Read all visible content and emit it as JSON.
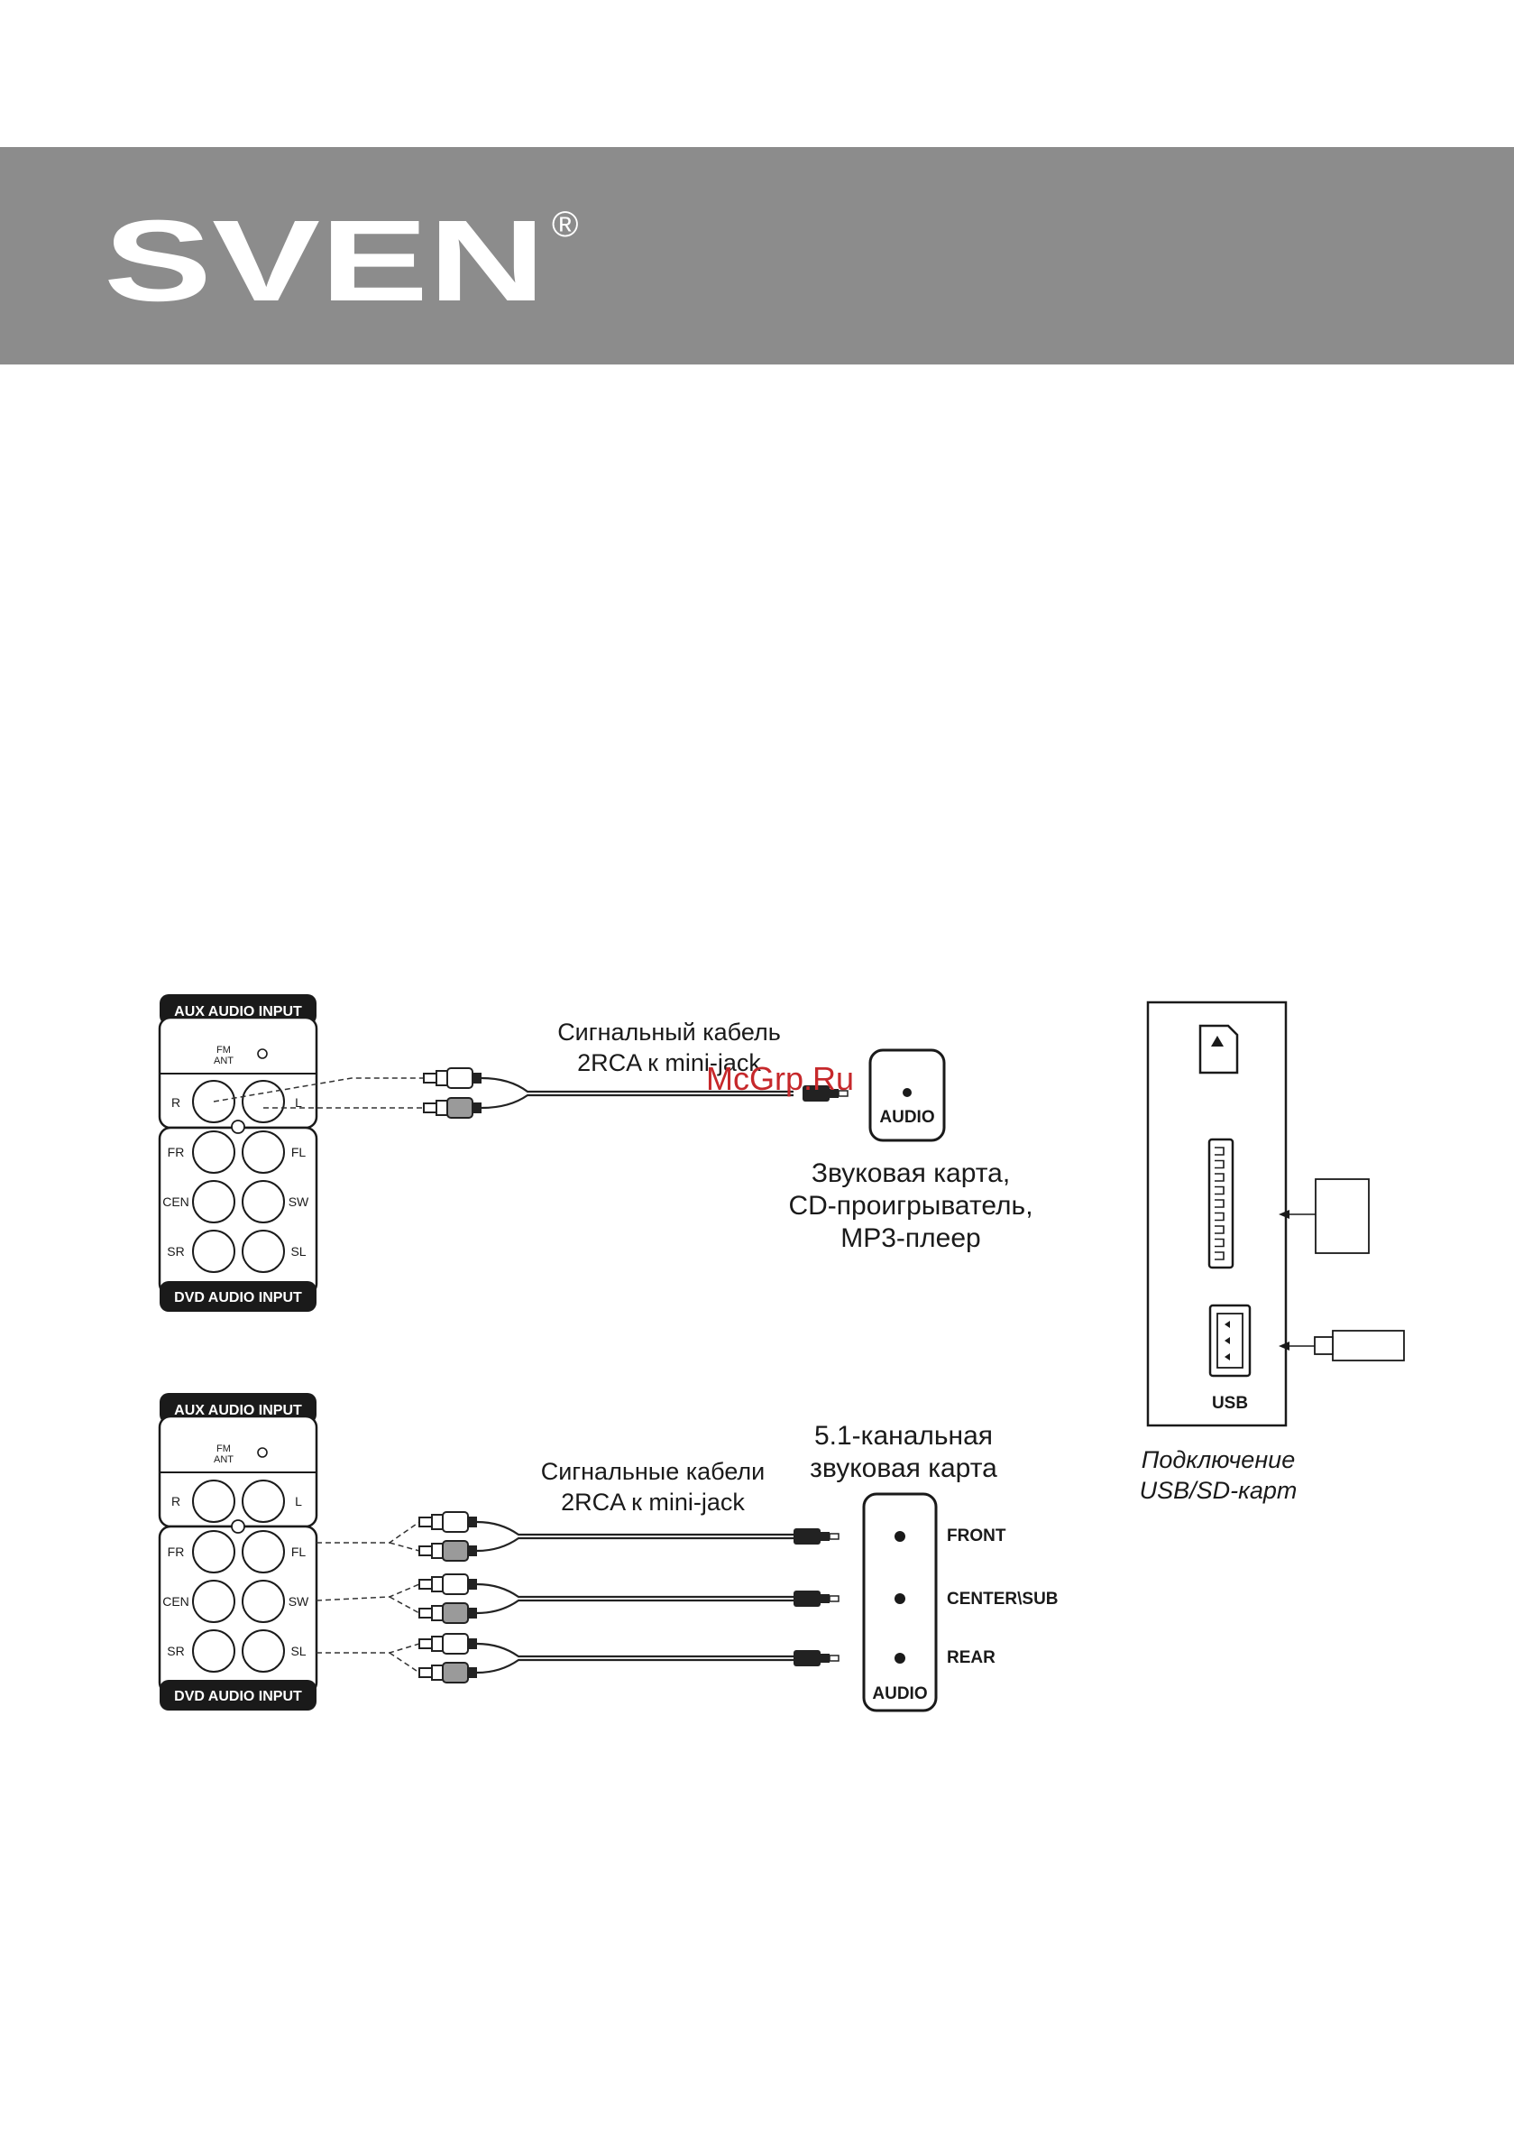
{
  "brand": {
    "logo_text": "SVEN",
    "registered_mark": "®"
  },
  "watermark": "McGrp.Ru",
  "panel": {
    "aux_header": "AUX AUDIO INPUT",
    "dvd_header": "DVD AUDIO INPUT",
    "fm_line1": "FM",
    "fm_line2": "ANT",
    "jack_labels": {
      "r": "R",
      "l": "L",
      "fr": "FR",
      "fl": "FL",
      "cen": "CEN",
      "sw": "SW",
      "sr": "SR",
      "sl": "SL"
    }
  },
  "diagram1": {
    "cable_line1": "Сигнальный кабель",
    "cable_line2": "2RCA к mini-jack",
    "device_label": "AUDIO",
    "source_line1": "Звуковая карта,",
    "source_line2": "CD-проигрыватель,",
    "source_line3": "MP3-плеер"
  },
  "diagram2": {
    "cable_line1": "Сигнальные кабели",
    "cable_line2": "2RCA к mini-jack",
    "card_line1": "5.1-канальная",
    "card_line2": "звуковая карта",
    "outputs": [
      "FRONT",
      "CENTER\\SUB",
      "REAR"
    ],
    "device_label": "AUDIO"
  },
  "usb_panel": {
    "usb_label": "USB",
    "caption_line1": "Подключение",
    "caption_line2": "USB/SD-карт"
  }
}
